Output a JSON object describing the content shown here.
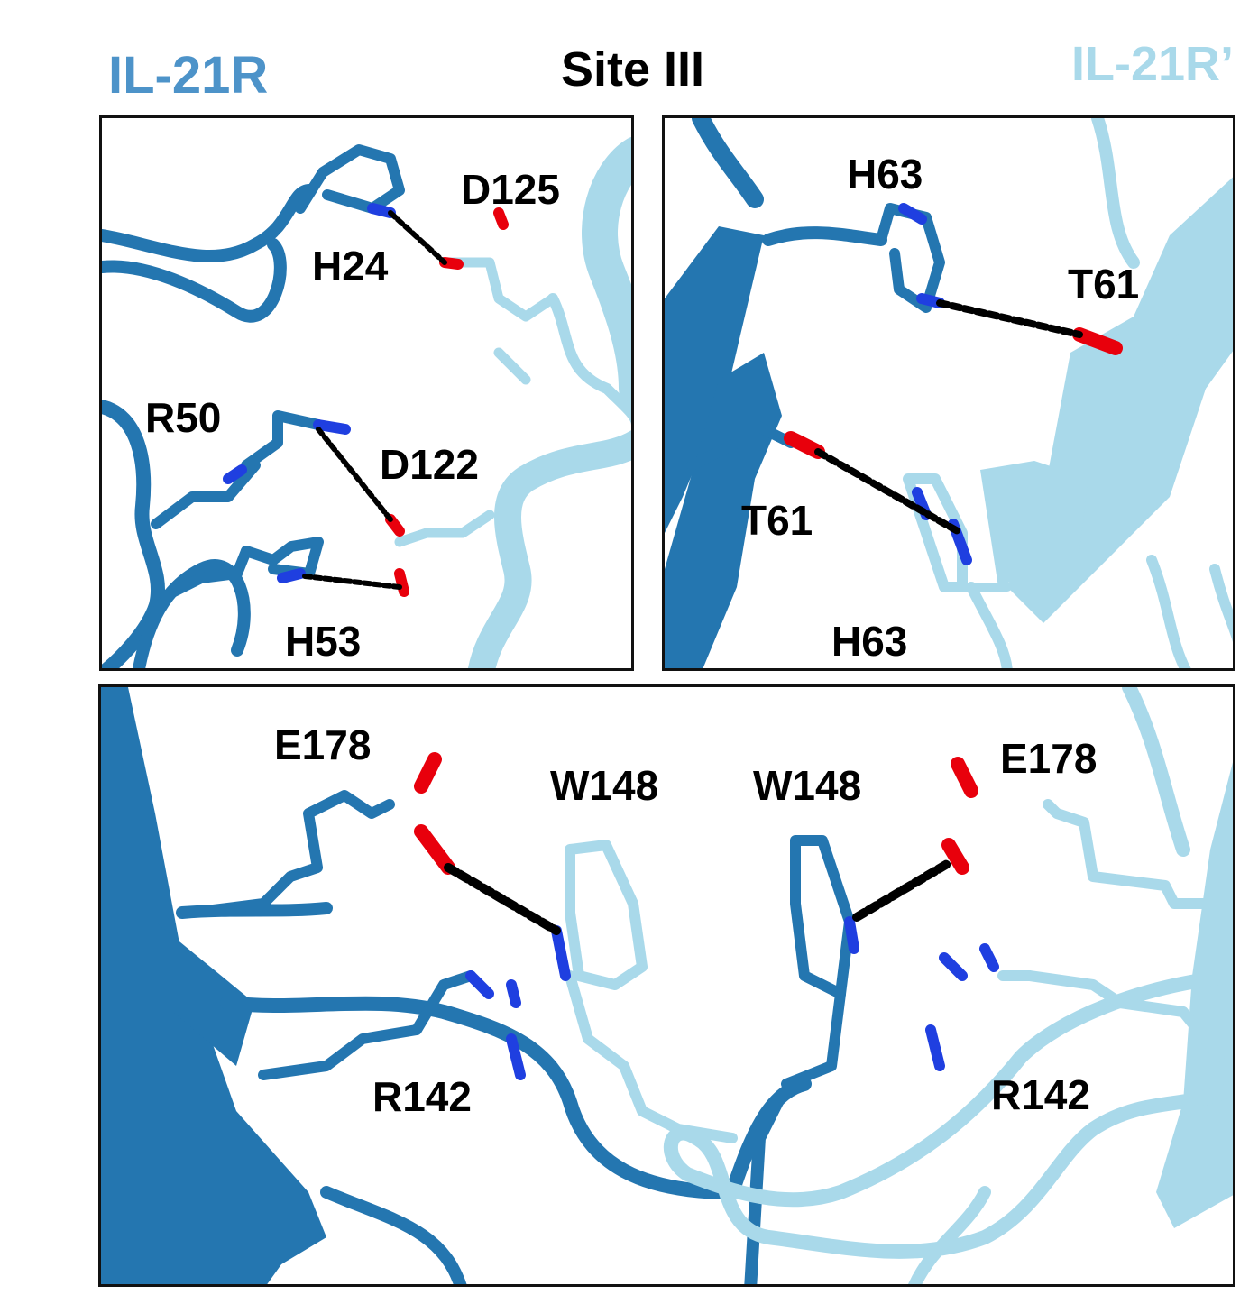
{
  "header": {
    "left_label": "IL-21R",
    "title": "Site III",
    "right_label": "IL-21R’"
  },
  "colors": {
    "chain_dark": "#2476b0",
    "chain_light": "#a9d9ea",
    "nitrogen": "#1f3fe0",
    "oxygen": "#e8000c",
    "hbond": "#000000"
  },
  "panel_a": {
    "labels": [
      "H24",
      "D125",
      "R50",
      "D122",
      "H53"
    ]
  },
  "panel_b": {
    "labels": [
      "H63",
      "T61",
      "T61",
      "H63"
    ]
  },
  "panel_c": {
    "labels": [
      "E178",
      "W148",
      "W148",
      "E178",
      "R142",
      "R142"
    ]
  }
}
